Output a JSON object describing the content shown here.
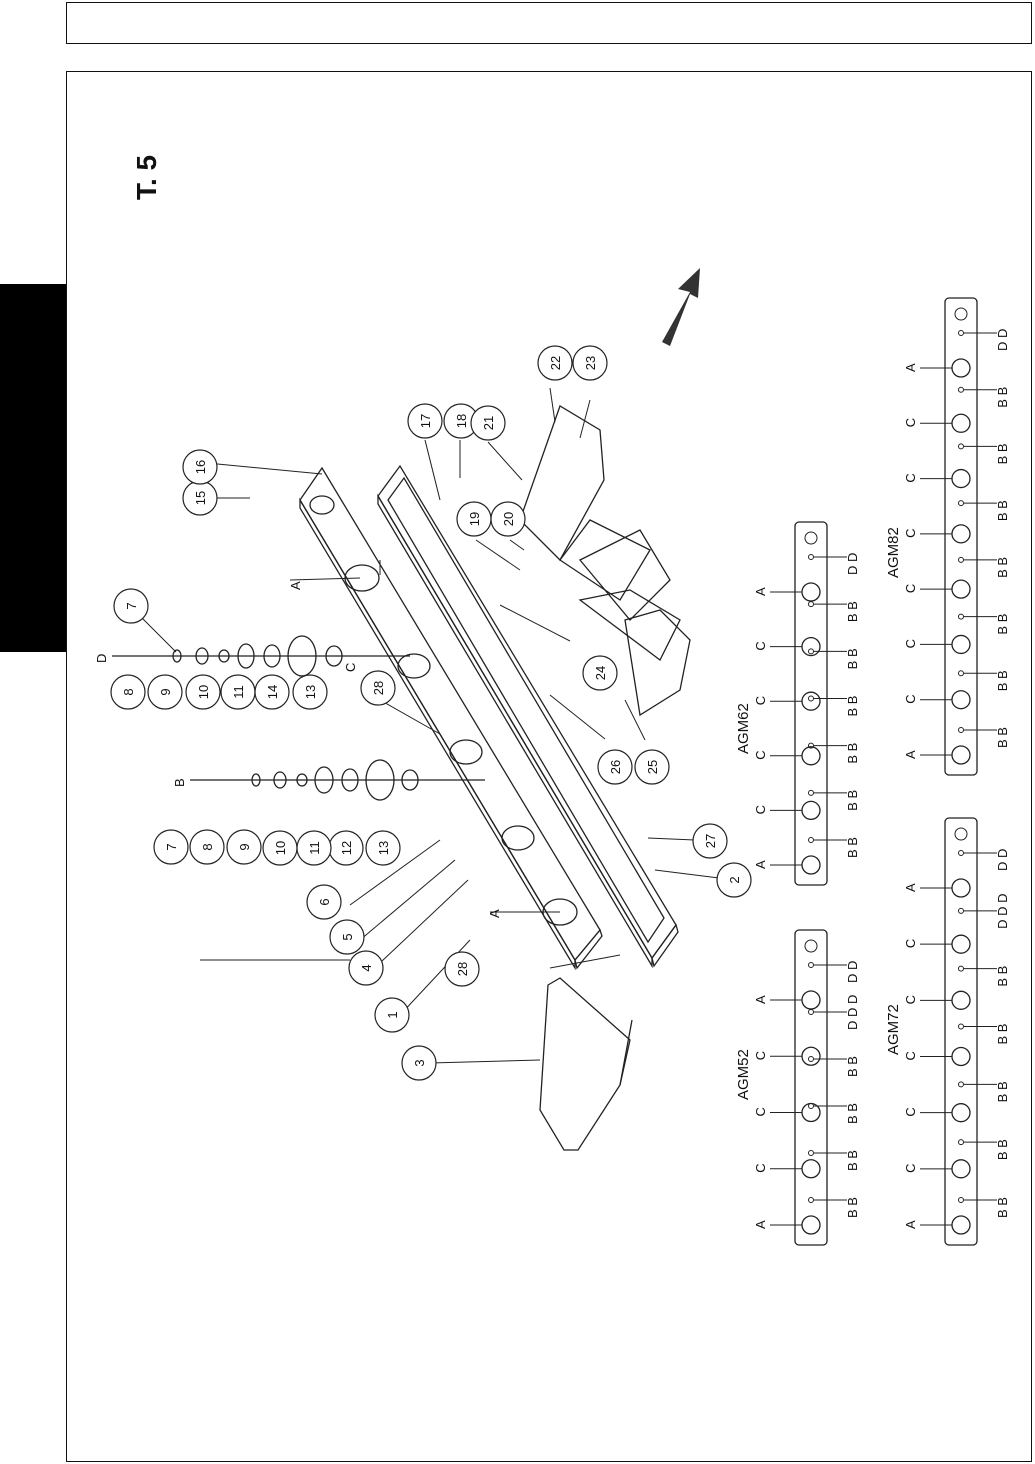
{
  "page": {
    "plate_title": "T. 5"
  },
  "part_callouts": [
    "1",
    "2",
    "3",
    "4",
    "5",
    "6",
    "7",
    "8",
    "9",
    "10",
    "11",
    "12",
    "13",
    "14",
    "15",
    "16",
    "17",
    "18",
    "19",
    "20",
    "21",
    "22",
    "23",
    "24",
    "25",
    "26",
    "27",
    "28",
    "28",
    "7",
    "8",
    "9",
    "10",
    "11",
    "13"
  ],
  "letter_callouts": [
    "A",
    "A",
    "B",
    "C",
    "D"
  ],
  "layout_models": [
    {
      "name": "AGM52",
      "positions": [
        "A",
        "C",
        "C",
        "C",
        "A"
      ],
      "right_labels": [
        "B B",
        "B B",
        "B B",
        "B B",
        "D D D",
        "D D"
      ]
    },
    {
      "name": "AGM62",
      "positions": [
        "A",
        "C",
        "C",
        "C",
        "C",
        "A"
      ],
      "right_labels": [
        "B B",
        "B B",
        "B B",
        "B B",
        "B B",
        "B B",
        "D D"
      ]
    },
    {
      "name": "AGM72",
      "positions": [
        "A",
        "C",
        "C",
        "C",
        "C",
        "C",
        "A"
      ],
      "right_labels": [
        "B B",
        "B B",
        "B B",
        "B B",
        "B B",
        "D D D",
        "D D"
      ]
    },
    {
      "name": "AGM82",
      "positions": [
        "A",
        "C",
        "C",
        "C",
        "C",
        "C",
        "C",
        "A"
      ],
      "right_labels": [
        "B B",
        "B B",
        "B B",
        "B B",
        "B B",
        "B B",
        "B B",
        "D D"
      ]
    }
  ]
}
